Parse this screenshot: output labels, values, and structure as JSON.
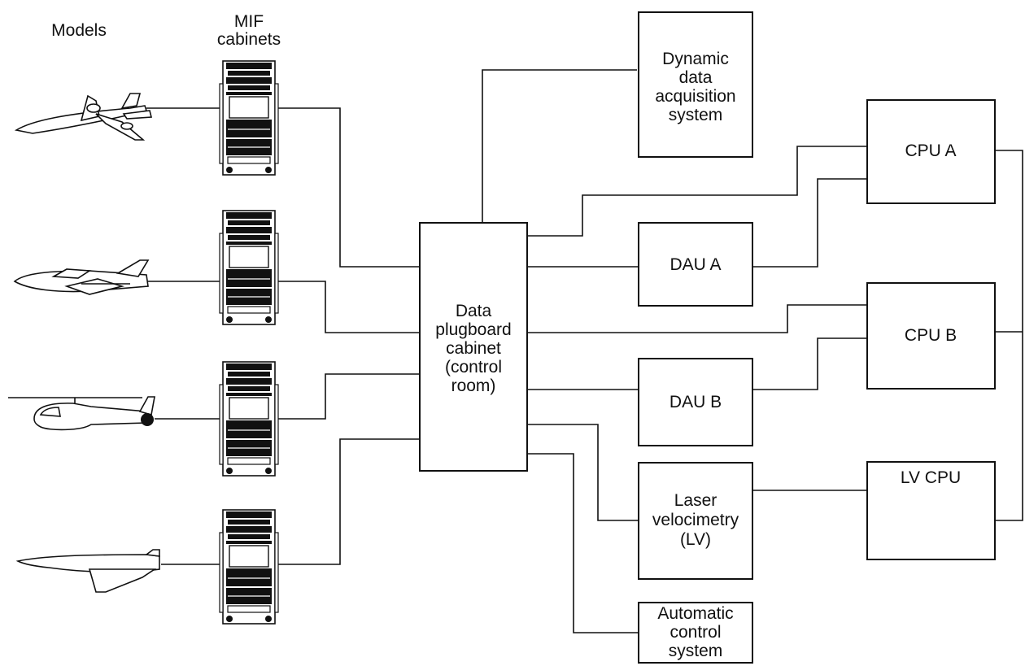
{
  "column_headers": {
    "models": "Models",
    "mif_line1": "MIF",
    "mif_line2": "cabinets"
  },
  "nodes": {
    "plugboard": [
      "Data",
      "plugboard",
      "cabinet",
      "(control",
      "room)"
    ],
    "ddas": [
      "Dynamic",
      "data",
      "acquisition",
      "system"
    ],
    "dau_a": [
      "DAU A"
    ],
    "dau_b": [
      "DAU B"
    ],
    "cpu_a": [
      "CPU A"
    ],
    "cpu_b": [
      "CPU B"
    ],
    "lv": [
      "Laser",
      "velocimetry",
      "(LV)"
    ],
    "lv_cpu": [
      "LV CPU"
    ],
    "acs": [
      "Automatic",
      "control",
      "system"
    ]
  },
  "icons": {
    "models": [
      "transport-aircraft-model-icon",
      "fighter-aircraft-model-icon",
      "helicopter-model-icon",
      "delta-wing-aircraft-model-icon"
    ],
    "cabinet": "mif-cabinet-icon"
  },
  "colors": {
    "line": "#111111",
    "background": "#ffffff"
  }
}
